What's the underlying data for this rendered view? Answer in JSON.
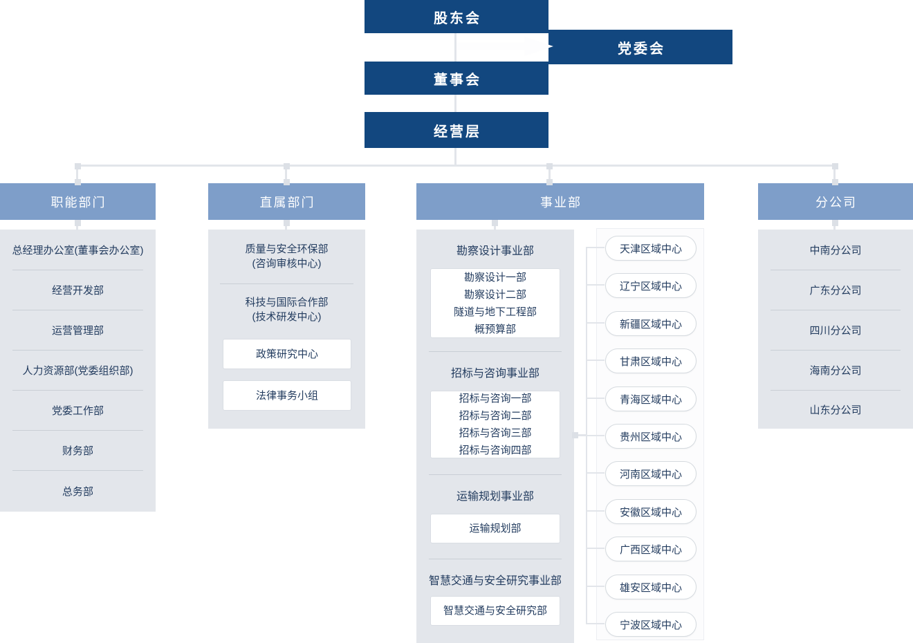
{
  "top_nodes": {
    "shareholders": "股东会",
    "party_committee": "党委会",
    "board": "董事会",
    "management": "经营层"
  },
  "functional": {
    "title": "职能部门",
    "items": [
      "总经理办公室(董事会办公室)",
      "经营开发部",
      "运营管理部",
      "人力资源部(党委组织部)",
      "党委工作部",
      "财务部",
      "总务部"
    ]
  },
  "direct": {
    "title": "直属部门",
    "departments": [
      {
        "line1": "质量与安全环保部",
        "line2": "(咨询审核中心)"
      },
      {
        "line1": "科技与国际合作部",
        "line2": "(技术研发中心)"
      }
    ],
    "sub_boxes": [
      "政策研究中心",
      "法律事务小组"
    ]
  },
  "business": {
    "title": "事业部",
    "groups": [
      {
        "label": "勘察设计事业部",
        "units": [
          "勘察设计一部",
          "勘察设计二部",
          "隧道与地下工程部",
          "概预算部"
        ]
      },
      {
        "label": "招标与咨询事业部",
        "units": [
          "招标与咨询一部",
          "招标与咨询二部",
          "招标与咨询三部",
          "招标与咨询四部"
        ]
      },
      {
        "label": "运输规划事业部",
        "units": [
          "运输规划部"
        ]
      },
      {
        "label": "智慧交通与安全研究事业部",
        "units": [
          "智慧交通与安全研究部"
        ]
      }
    ],
    "regional_centers": [
      "天津区域中心",
      "辽宁区域中心",
      "新疆区域中心",
      "甘肃区域中心",
      "青海区域中心",
      "贵州区域中心",
      "河南区域中心",
      "安徽区域中心",
      "广西区域中心",
      "雄安区域中心",
      "宁波区域中心"
    ]
  },
  "branches": {
    "title": "分公司",
    "items": [
      "中南分公司",
      "广东分公司",
      "四川分公司",
      "海南分公司",
      "山东分公司"
    ]
  },
  "colors": {
    "primary_dark_blue": "#12477F",
    "header_blue": "#7E9EC9",
    "panel_gray": "#E3E6EB",
    "connector_gray": "#E2E5EA",
    "text_navy": "#233C5F"
  }
}
